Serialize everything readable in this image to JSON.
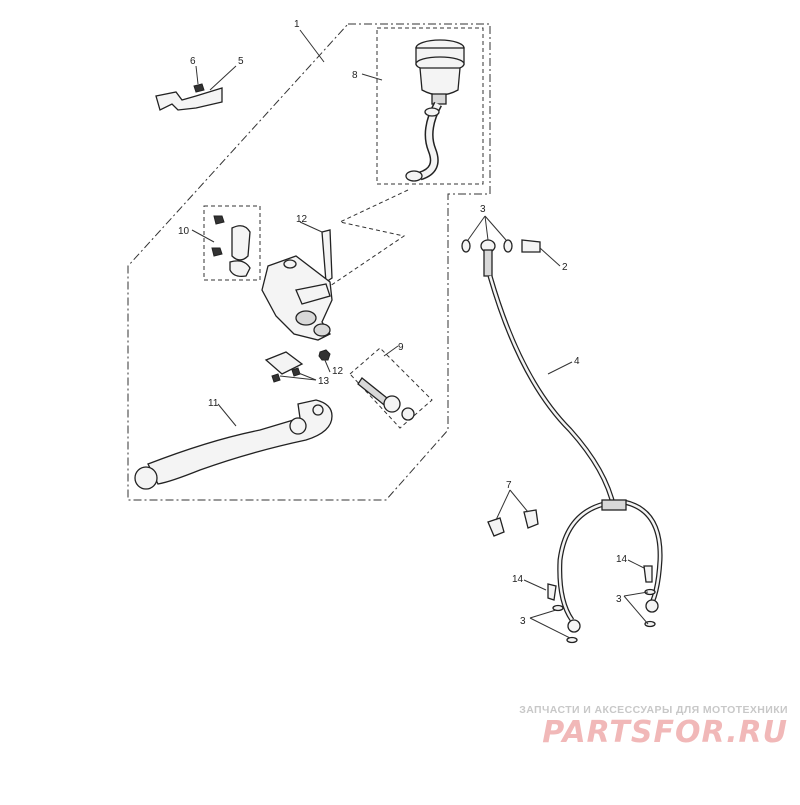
{
  "callouts": [
    "1",
    "2",
    "3",
    "3",
    "3",
    "4",
    "5",
    "6",
    "7",
    "8",
    "9",
    "10",
    "11",
    "12",
    "12",
    "13",
    "14",
    "14"
  ],
  "watermark": {
    "subtitle": "ЗАПЧАСТИ И АКСЕССУАРЫ ДЛЯ МОТОТЕХНИКИ",
    "logo": "PARTSFOR.RU"
  },
  "colors": {
    "line": "#333333",
    "watermark_logo": "#f1b8b8",
    "watermark_text": "#c8c8c8"
  }
}
